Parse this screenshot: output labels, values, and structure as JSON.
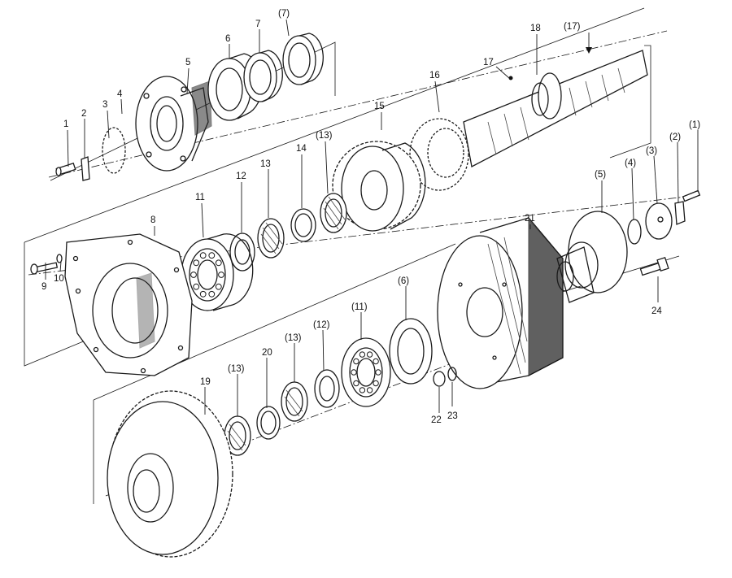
{
  "diagram": {
    "part_callouts": [
      {
        "id": "c1",
        "text": "1"
      },
      {
        "id": "c2",
        "text": "2"
      },
      {
        "id": "c3",
        "text": "3"
      },
      {
        "id": "c4",
        "text": "4"
      },
      {
        "id": "c5",
        "text": "5"
      },
      {
        "id": "c6",
        "text": "6"
      },
      {
        "id": "c7",
        "text": "7"
      },
      {
        "id": "c7p",
        "text": "(7)"
      },
      {
        "id": "c18",
        "text": "18"
      },
      {
        "id": "c17p",
        "text": "(17)"
      },
      {
        "id": "c17",
        "text": "17"
      },
      {
        "id": "c16",
        "text": "16"
      },
      {
        "id": "c15",
        "text": "15"
      },
      {
        "id": "c13p_top",
        "text": "(13)"
      },
      {
        "id": "c13_top",
        "text": "13"
      },
      {
        "id": "c14",
        "text": "14"
      },
      {
        "id": "c12",
        "text": "12"
      },
      {
        "id": "c11",
        "text": "11"
      },
      {
        "id": "c8",
        "text": "8"
      },
      {
        "id": "c9",
        "text": "9"
      },
      {
        "id": "c10",
        "text": "10"
      },
      {
        "id": "c21",
        "text": "21"
      },
      {
        "id": "c5p",
        "text": "(5)"
      },
      {
        "id": "c4p",
        "text": "(4)"
      },
      {
        "id": "c3p",
        "text": "(3)"
      },
      {
        "id": "c2p",
        "text": "(2)"
      },
      {
        "id": "c1p",
        "text": "(1)"
      },
      {
        "id": "c24",
        "text": "24"
      },
      {
        "id": "c6p",
        "text": "(6)"
      },
      {
        "id": "c11p",
        "text": "(11)"
      },
      {
        "id": "c12p",
        "text": "(12)"
      },
      {
        "id": "c13p_mid",
        "text": "(13)"
      },
      {
        "id": "c20",
        "text": "20"
      },
      {
        "id": "c13p_low",
        "text": "(13)"
      },
      {
        "id": "c19",
        "text": "19"
      },
      {
        "id": "c22",
        "text": "22"
      },
      {
        "id": "c23",
        "text": "23"
      }
    ]
  }
}
